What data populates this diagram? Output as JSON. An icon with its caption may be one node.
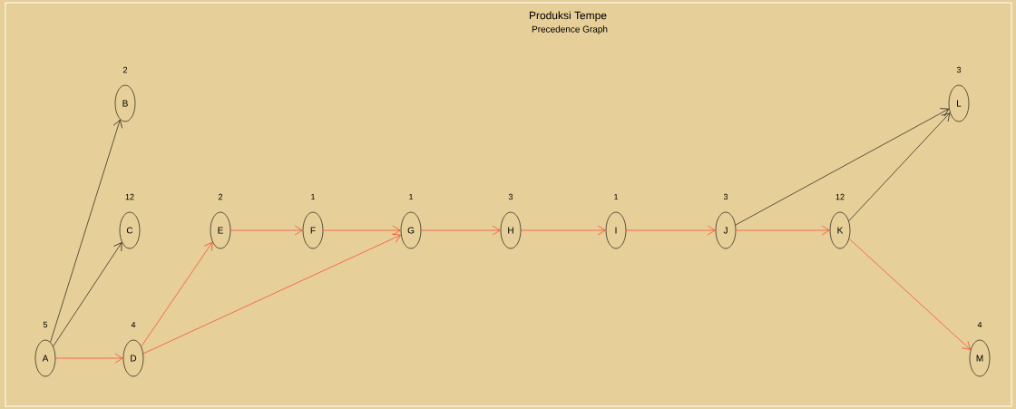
{
  "diagram": {
    "title": "Produksi Tempe",
    "nodes": [
      {
        "text": [
          "A"
        ],
        "beside": [
          "5"
        ]
      },
      {
        "text": [
          "B"
        ],
        "beside": [
          "2"
        ]
      },
      {
        "text": [
          "C"
        ],
        "beside": [
          "12"
        ]
      },
      {
        "text": [
          "D"
        ],
        "beside": [
          "4"
        ]
      },
      {
        "text": [
          "E"
        ],
        "beside": [
          "2"
        ]
      },
      {
        "text": [
          "F"
        ],
        "beside": [
          "1"
        ]
      },
      {
        "text": [
          "G"
        ],
        "beside": [
          "1"
        ]
      },
      {
        "text": [
          "H"
        ],
        "beside": [
          "3"
        ]
      },
      {
        "text": [
          "I"
        ],
        "beside": [
          "1"
        ]
      },
      {
        "text": [
          "J"
        ],
        "beside": [
          "3"
        ]
      },
      {
        "text": [
          "K"
        ],
        "beside": [
          "12"
        ]
      },
      {
        "text": [
          "L"
        ],
        "beside": [
          "3"
        ]
      },
      {
        "text": [
          "M"
        ],
        "beside": [
          "4"
        ]
      }
    ],
    "edges": [
      {
        "from": 0,
        "to": 1,
        "arrow": "to",
        "color": "#000000"
      },
      {
        "from": 0,
        "to": 2,
        "arrow": "to",
        "color": "#000000"
      },
      {
        "from": 0,
        "to": 3,
        "arrow": "to"
      },
      {
        "from": 3,
        "to": 4,
        "arrow": "to"
      },
      {
        "from": 3,
        "to": 6,
        "arrow": "to"
      },
      {
        "from": 4,
        "to": 5,
        "arrow": "to"
      },
      {
        "from": 5,
        "to": 6,
        "arrow": "to"
      },
      {
        "from": 6,
        "to": 7,
        "arrow": "to"
      },
      {
        "from": 7,
        "to": 8,
        "arrow": "to"
      },
      {
        "from": 8,
        "to": 9,
        "arrow": "to"
      },
      {
        "from": 9,
        "to": 11,
        "arrow": "to",
        "color": "#000000"
      },
      {
        "from": 9,
        "to": 10,
        "arrow": "to"
      },
      {
        "from": 10,
        "to": 11,
        "arrow": "to",
        "color": "#000000"
      },
      {
        "from": 10,
        "to": 12,
        "arrow": "to"
      }
    ],
    "labels": [
      "Precedence Graph"
    ]
  }
}
